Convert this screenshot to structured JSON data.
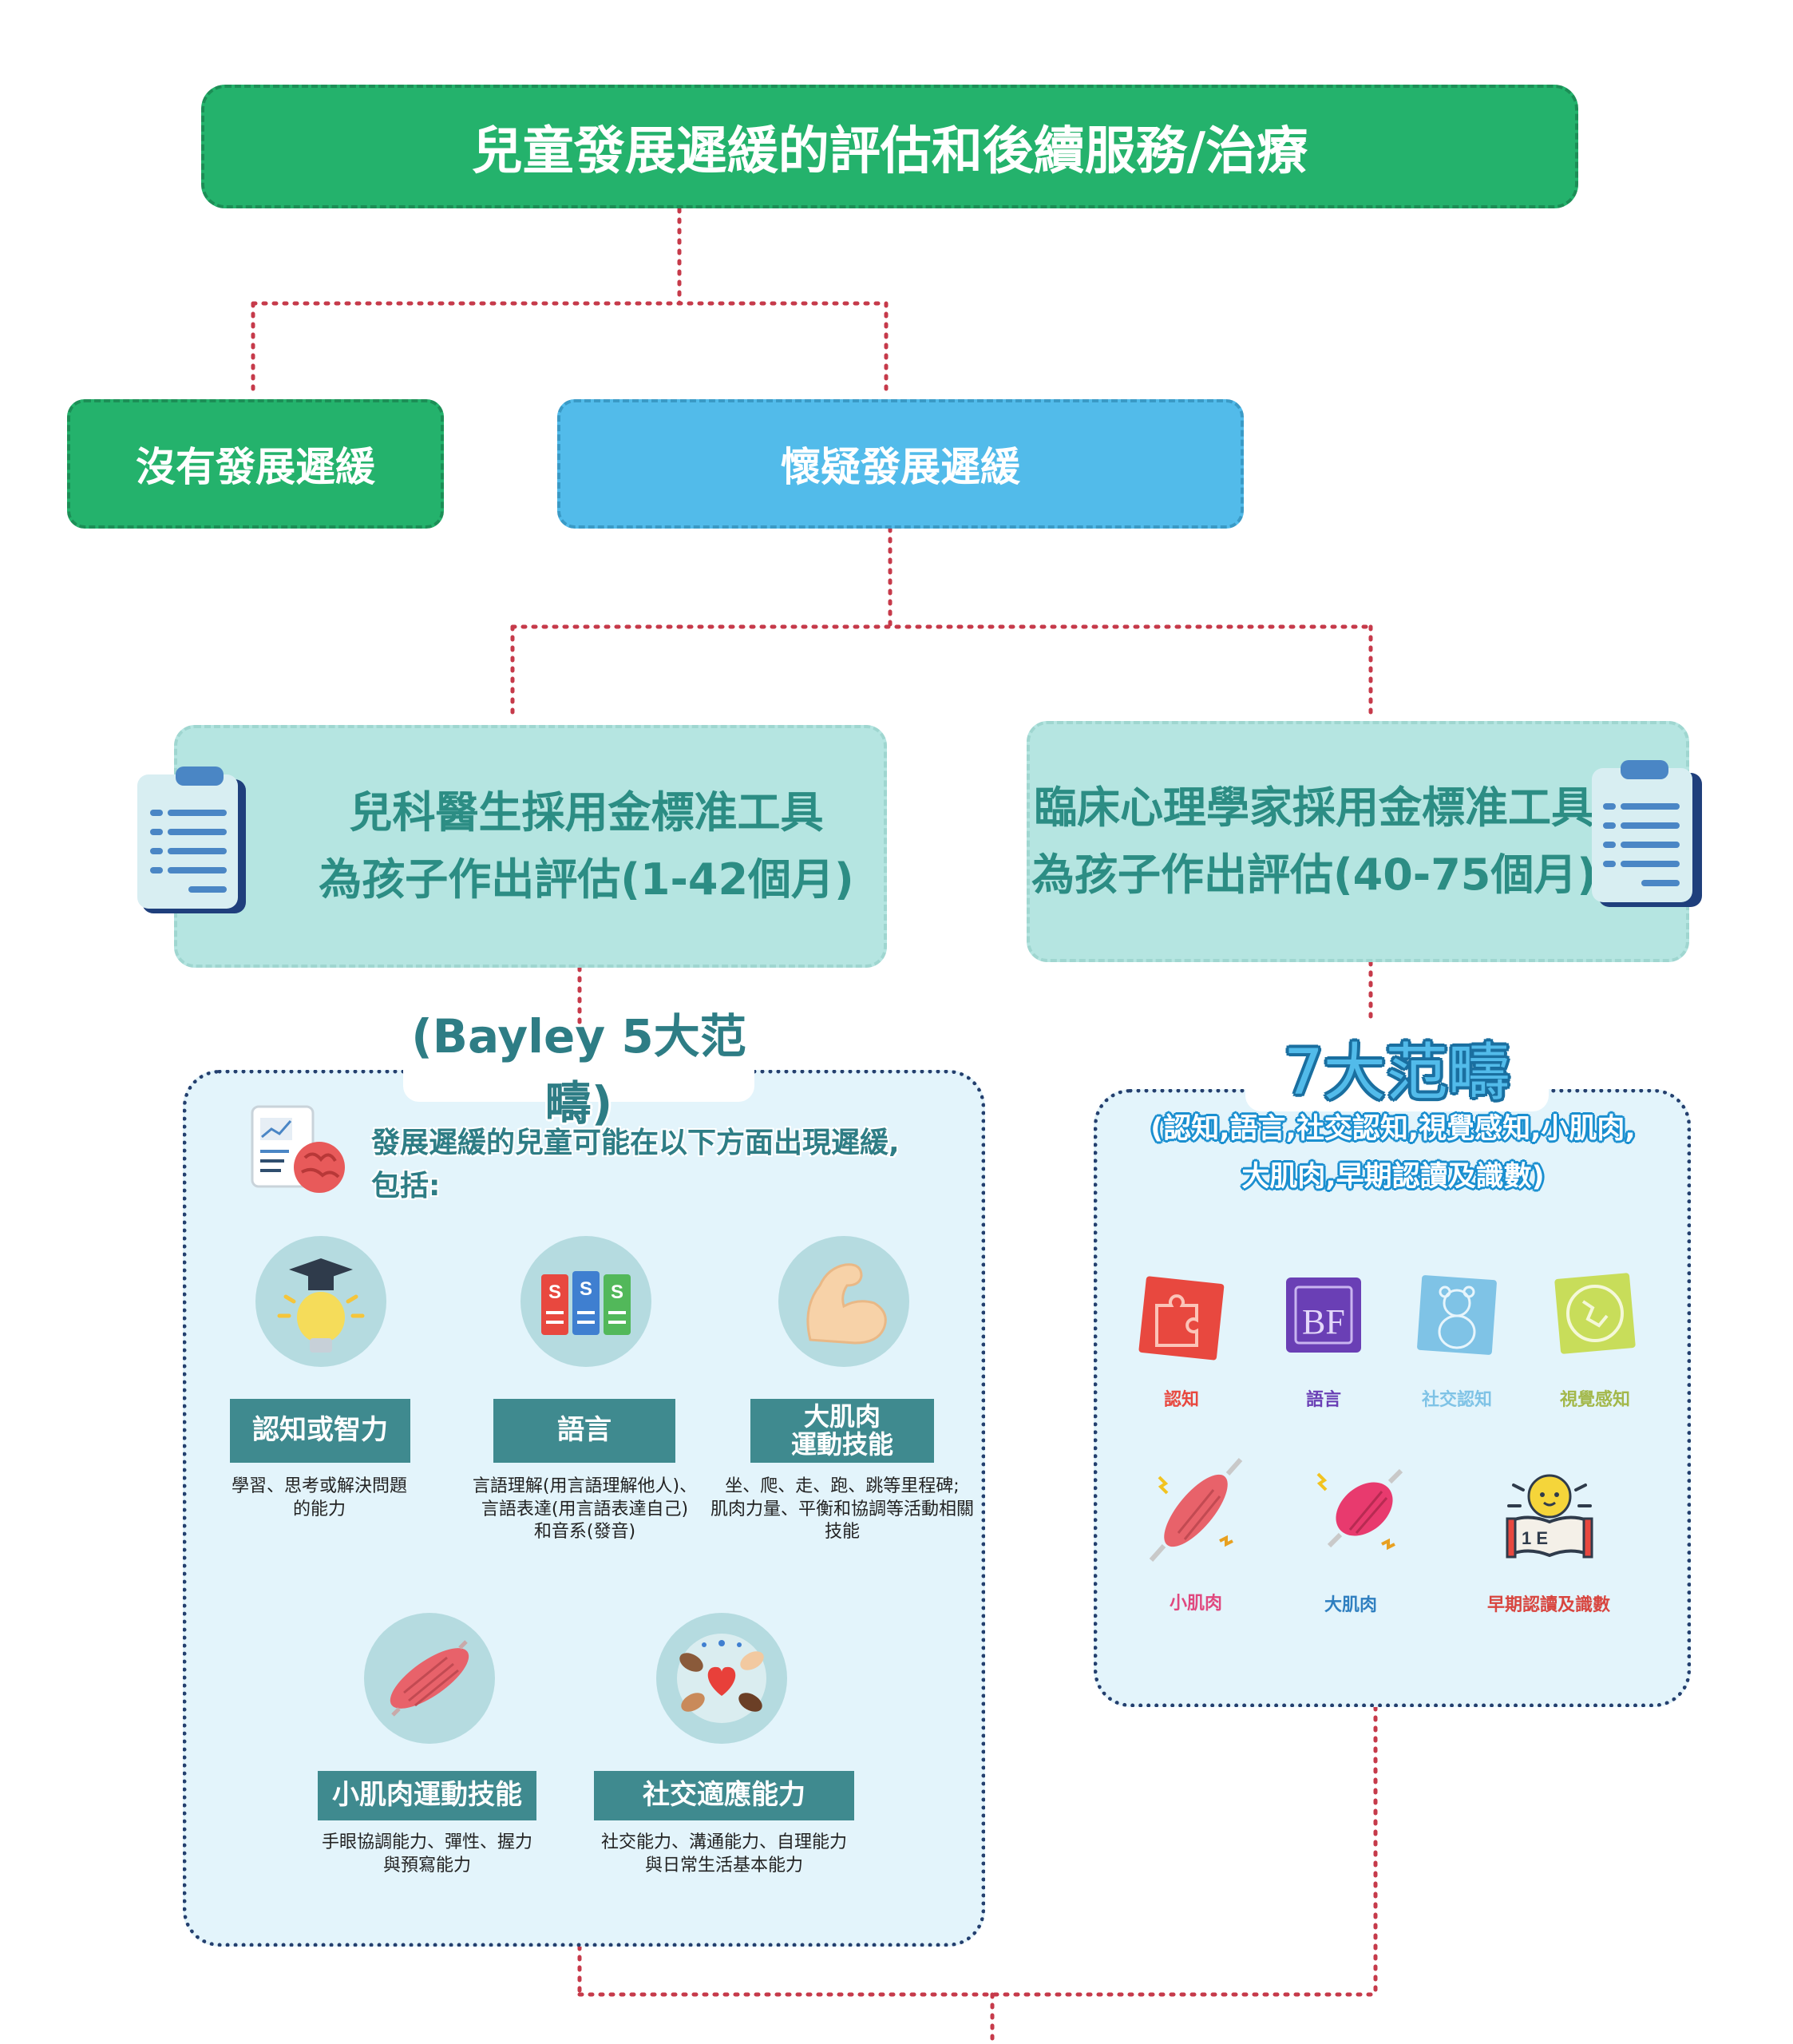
{
  "title": "兒童發展遲緩的評估和後續服務/治療",
  "branches": {
    "no_delay": "沒有發展遲緩",
    "suspected": "懷疑發展遲緩"
  },
  "assessments": {
    "pediatrician": {
      "line1": "兒科醫生採用金標准工具",
      "line2": "為孩子作出評估(1-42個月)"
    },
    "psychologist": {
      "line1": "臨床心理學家採用金標准工具",
      "line2": "為孩子作出評估(40-75個月)"
    }
  },
  "bayley": {
    "title": "(Bayley 5大范疇)",
    "intro_line1": "發展遲緩的兒童可能在以下方面出現遲緩,",
    "intro_line2": "包括:",
    "domains": [
      {
        "label": "認知或智力",
        "desc": [
          "學習、思考或解決問題",
          "的能力"
        ],
        "icon": "lightbulb-graduation-icon"
      },
      {
        "label": "語言",
        "desc": [
          "言語理解(用言語理解他人)、",
          "言語表達(用言語表達自己)",
          "和音系(發音)"
        ],
        "icon": "books-icon"
      },
      {
        "label_line1": "大肌肉",
        "label_line2": "運動技能",
        "desc": [
          "坐、爬、走、跑、跳等里程碑;",
          "肌肉力量、平衡和協調等活動相關",
          "技能"
        ],
        "icon": "flexed-arm-icon"
      },
      {
        "label": "小肌肉運動技能",
        "desc": [
          "手眼協調能力、彈性、握力",
          "與預寫能力"
        ],
        "icon": "muscle-icon"
      },
      {
        "label": "社交適應能力",
        "desc": [
          "社交能力、溝通能力、自理能力",
          "與日常生活基本能力"
        ],
        "icon": "hands-heart-icon"
      }
    ]
  },
  "seven": {
    "title": "7大范疇",
    "subtitle_line1": "(認知,語言,社交認知,視覺感知,小肌肉,",
    "subtitle_line2": "大肌肉,早期認讀及識數)",
    "domains": [
      {
        "label": "認知",
        "color": "#e8483f",
        "icon": "puzzle-icon"
      },
      {
        "label": "語言",
        "color": "#6a3fb5",
        "icon": "abc-block-icon"
      },
      {
        "label": "社交認知",
        "color": "#7fc3e6",
        "icon": "teddy-bear-icon"
      },
      {
        "label": "視覺感知",
        "color": "#a3b84a",
        "icon": "globe-icon"
      },
      {
        "label": "小肌肉",
        "color": "#e0487f",
        "icon": "small-muscle-icon"
      },
      {
        "label": "大肌肉",
        "color": "#2f7fc0",
        "icon": "large-muscle-icon"
      },
      {
        "label": "早期認讀及識數",
        "color": "#d8453f",
        "icon": "book-bulb-icon"
      }
    ]
  }
}
